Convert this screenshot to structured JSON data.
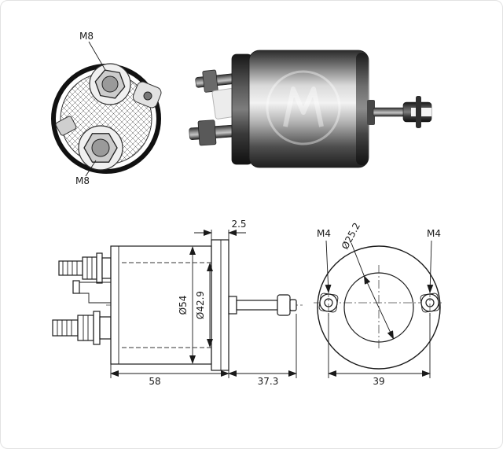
{
  "diagram": {
    "title": "starter solenoid technical drawing",
    "colors": {
      "line": "#1a1a1a",
      "background": "#ffffff",
      "metal_light": "#f2f2f2",
      "metal_dark": "#1f1f1f"
    },
    "end_view": {
      "label_top": "M8",
      "label_bottom": "M8"
    },
    "side_view": {
      "dim_flange_thickness": "2.5",
      "dim_body_diameter": "Ø54",
      "dim_inner_diameter": "Ø42.9",
      "dim_body_length": "58",
      "dim_shaft_length": "37.3"
    },
    "flange_view": {
      "dim_pilot_diameter": "Ø25.2",
      "dim_bolt_left": "M4",
      "dim_bolt_right": "M4",
      "dim_bolt_spacing": "39"
    }
  }
}
